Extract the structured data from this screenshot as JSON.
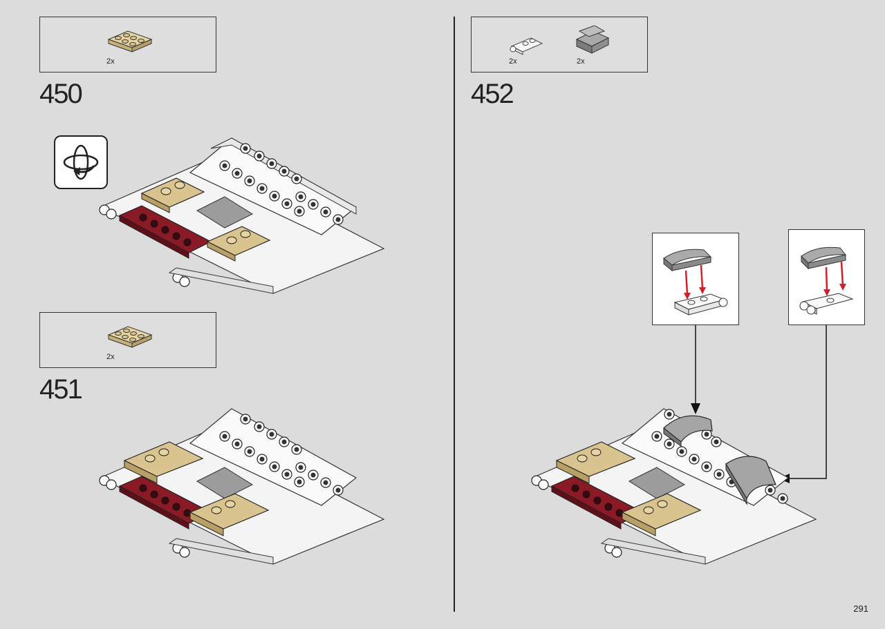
{
  "steps": [
    {
      "number": "450",
      "parts": [
        {
          "qty": "2x",
          "icon": "tan-plate-2x3-icon"
        }
      ]
    },
    {
      "number": "451",
      "parts": [
        {
          "qty": "2x",
          "icon": "tan-plate-2x3-icon"
        }
      ]
    },
    {
      "number": "452",
      "parts": [
        {
          "qty": "2x",
          "icon": "white-plate-clip-icon"
        },
        {
          "qty": "2x",
          "icon": "gray-curved-slope-icon"
        }
      ]
    }
  ],
  "page_number": "291",
  "colors": {
    "background": "#dcdcdc",
    "tan": "#d9c48f",
    "dark_red": "#7f1420",
    "gray": "#9a9a9a",
    "arrow_red": "#d0202a"
  }
}
